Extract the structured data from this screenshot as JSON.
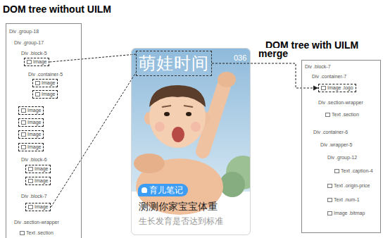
{
  "diagram": {
    "nodes": [
      {
        "text": [
          "DOM tree without UILM"
        ]
      },
      {
        "text": [
          "Image"
        ],
        "in": 0
      },
      {
        "text": [
          "Image"
        ],
        "in": 0
      },
      {
        "text": [
          "Image"
        ],
        "in": 0
      },
      {
        "text": [
          "Image"
        ],
        "in": 0
      },
      {
        "text": [
          "Image"
        ],
        "in": 0
      },
      {
        "text": [
          "Image"
        ],
        "in": 0
      },
      {
        "text": [
          "Image"
        ],
        "in": 0
      },
      {
        "text": [
          "Image"
        ],
        "in": 0
      },
      {
        "text": [
          "Image"
        ],
        "in": 0
      },
      {
        "text": [
          "Image"
        ],
        "in": 0
      },
      {
        "text": [
          "036",
          "测测你家宝宝体重",
          "生长发育是否达到标准"
        ]
      },
      {
        "text": [
          "萌娃时间"
        ],
        "in": 11
      },
      {
        "text": [
          "育儿笔记"
        ],
        "in": 11
      },
      {
        "text": [
          "DOM tree with UILM"
        ]
      },
      {
        "text": [
          "Image .logo"
        ],
        "in": 14
      }
    ],
    "edges": [
      {
        "from": 1,
        "to": 12,
        "arrow": "none"
      },
      {
        "from": 10,
        "to": 12,
        "arrow": "none"
      },
      {
        "from": 12,
        "to": 15,
        "arrow": "to",
        "label": "merge"
      }
    ],
    "labels": [
      "Div .group-18",
      "Div .group-17",
      "Div .block-5",
      "Div .container-5",
      "Div .block-6",
      "Div .block-7",
      "Div .section-wrapper",
      "Text .section",
      "Div .block-7",
      "Div .container-7",
      "Div .section-wrapper",
      "Text .section",
      "Div .container-6",
      "Div .wrapper-5",
      "Div .group-12",
      "Text .caption-4",
      "Text .origin-price",
      "Text .num-1",
      "Image .bitmap"
    ]
  }
}
